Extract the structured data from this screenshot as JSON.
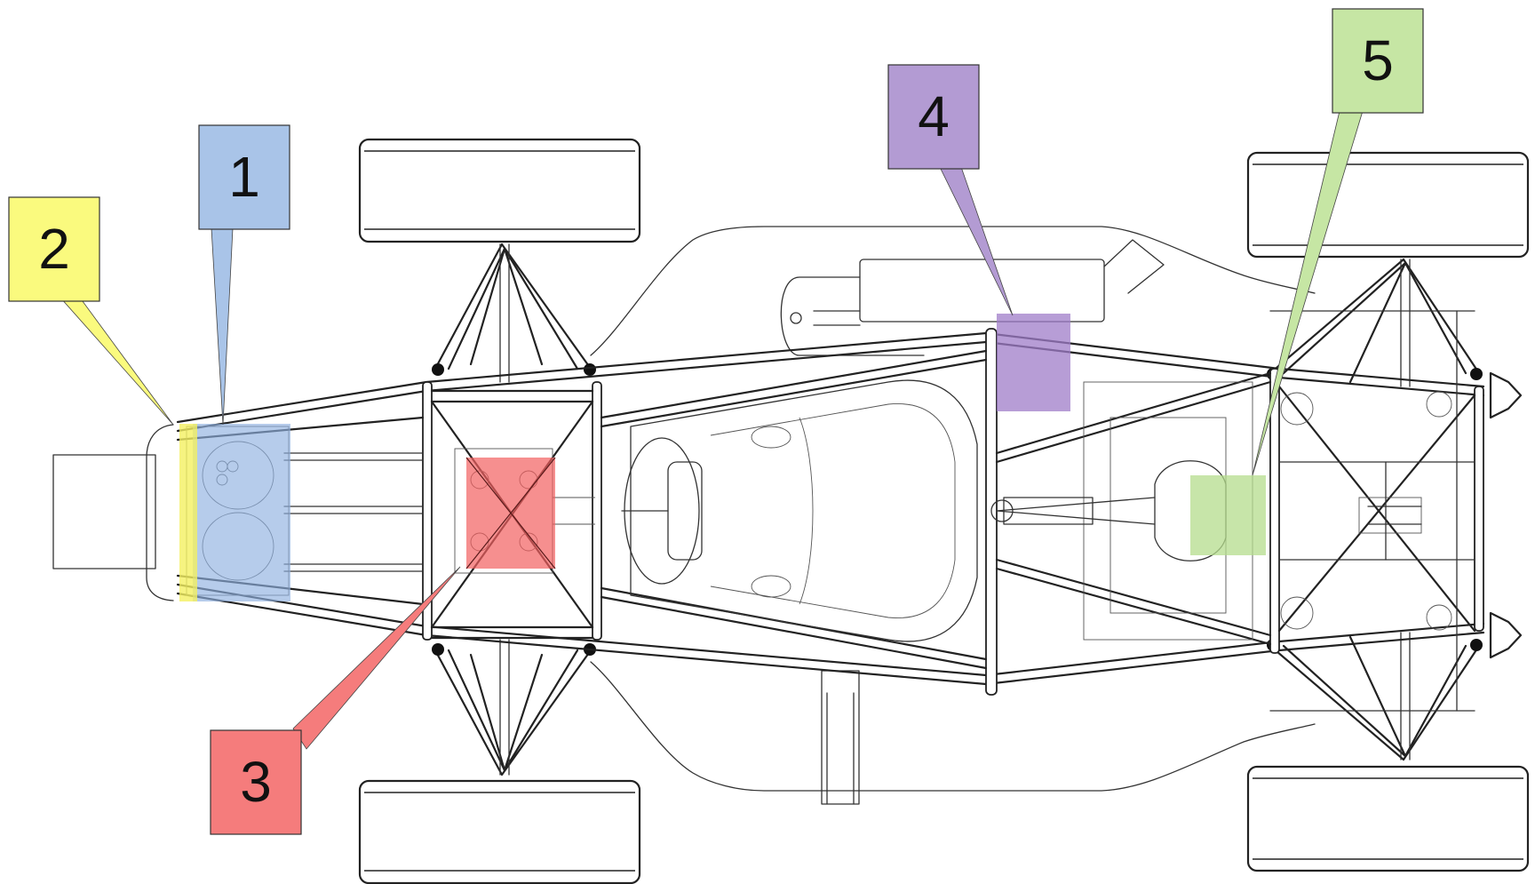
{
  "callouts": [
    {
      "label": "1",
      "color": "#a9c4e8",
      "name": "callout-1"
    },
    {
      "label": "2",
      "color": "#fafa7e",
      "name": "callout-2"
    },
    {
      "label": "3",
      "color": "#f57c7c",
      "name": "callout-3"
    },
    {
      "label": "4",
      "color": "#b39bd3",
      "name": "callout-4"
    },
    {
      "label": "5",
      "color": "#c6e6a4",
      "name": "callout-5"
    }
  ],
  "highlight_colors": {
    "zone_1": "#8fb0e0",
    "zone_2": "#f4f060",
    "zone_3": "#f25f5f",
    "zone_4": "#9f7cc8",
    "zone_5": "#b4dc8c"
  }
}
